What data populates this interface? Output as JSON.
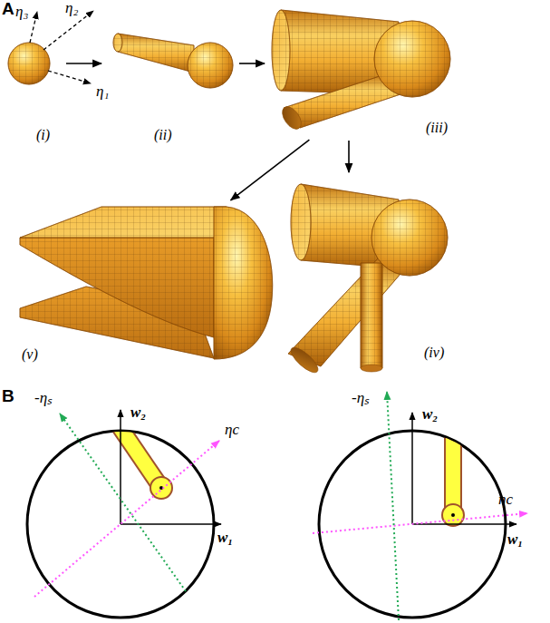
{
  "diagram": {
    "nodes": [
      {
        "text": [
          "(i)"
        ]
      },
      {
        "text": [
          "(ii)"
        ]
      },
      {
        "text": [
          "(iii)"
        ]
      },
      {
        "text": [
          "(v)"
        ]
      },
      {
        "text": [
          "(iv)"
        ]
      }
    ],
    "edges": [
      {
        "from": 0,
        "to": 1,
        "arrow": "to"
      },
      {
        "from": 1,
        "to": 2,
        "arrow": "to"
      },
      {
        "from": 2,
        "to": 3,
        "arrow": "to"
      },
      {
        "from": 2,
        "to": 4,
        "arrow": "to"
      }
    ],
    "labels": [
      "A",
      "η₃",
      "η₂",
      "η₁",
      "B",
      "-ηₛ",
      "w₂",
      "ηc",
      "w₁",
      "-ηₛ",
      "w₂",
      "ηc",
      "w₁"
    ]
  }
}
